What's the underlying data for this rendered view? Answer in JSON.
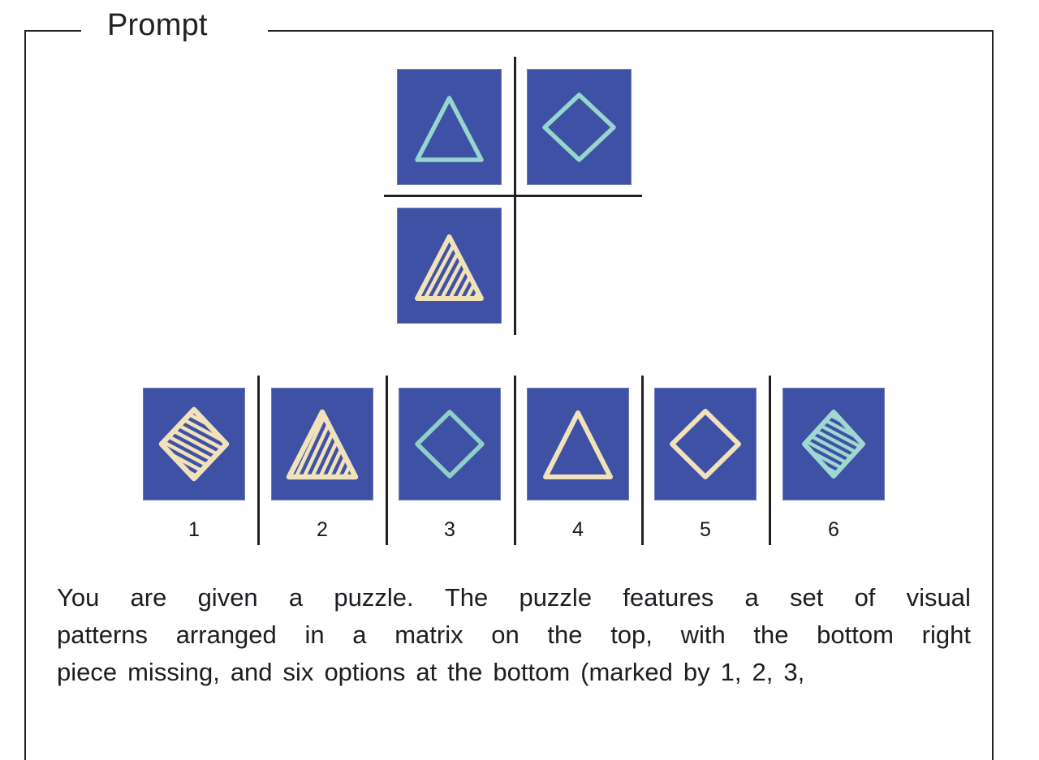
{
  "frame": {
    "legend": "Prompt",
    "border_color": "#231f24"
  },
  "palette": {
    "tile_blue": "#3e51a4",
    "teal": "#96d6cc",
    "cream": "#f1e2ba",
    "line_black": "#221f24",
    "page_background": "#ffffff"
  },
  "matrix": {
    "rows": 2,
    "cols": 2,
    "cells": [
      {
        "position": "row1-col1",
        "shape": "triangle",
        "fill_style": "outline",
        "color": "#96d6cc",
        "icon": "triangle-outline-teal-icon"
      },
      {
        "position": "row1-col2",
        "shape": "diamond",
        "fill_style": "outline",
        "color": "#96d6cc",
        "icon": "diamond-outline-teal-icon"
      },
      {
        "position": "row2-col1",
        "shape": "triangle",
        "fill_style": "striped",
        "color": "#f1e2ba",
        "icon": "triangle-striped-cream-icon"
      },
      {
        "position": "row2-col2",
        "shape": "none",
        "fill_style": "missing",
        "color": "",
        "icon": "missing-piece"
      }
    ]
  },
  "options": [
    {
      "number": "1",
      "shape": "diamond",
      "fill_style": "striped",
      "color": "#f1e2ba",
      "icon": "diamond-striped-cream-icon"
    },
    {
      "number": "2",
      "shape": "triangle",
      "fill_style": "striped",
      "color": "#f1e2ba",
      "icon": "triangle-striped-cream-icon"
    },
    {
      "number": "3",
      "shape": "diamond",
      "fill_style": "outline",
      "color": "#96d6cc",
      "icon": "diamond-outline-teal-icon"
    },
    {
      "number": "4",
      "shape": "triangle",
      "fill_style": "outline",
      "color": "#f1e2ba",
      "icon": "triangle-outline-cream-icon"
    },
    {
      "number": "5",
      "shape": "diamond",
      "fill_style": "outline",
      "color": "#f1e2ba",
      "icon": "diamond-outline-cream-icon"
    },
    {
      "number": "6",
      "shape": "diamond",
      "fill_style": "striped",
      "color": "#96d6cc",
      "icon": "diamond-striped-teal-icon"
    }
  ],
  "prompt_text": {
    "full": "You are given a puzzle. The puzzle features a set of visual patterns arranged in a matrix on the top, with the bottom right piece missing, and six options at the bottom (marked by 1, 2, 3,",
    "lines": [
      [
        "You",
        "are",
        "given",
        "a",
        "puzzle.",
        "The",
        "puzzle",
        "features",
        "a",
        "set",
        "of",
        "visual"
      ],
      [
        "patterns",
        "arranged",
        "in",
        "a",
        "matrix",
        "on",
        "the",
        "top,",
        "with",
        "the",
        "bottom",
        "right"
      ],
      [
        "piece",
        "missing,",
        "and",
        "six",
        "options",
        "at",
        "the",
        "bottom",
        "(marked",
        "by",
        "1,",
        "2,",
        "3,"
      ]
    ]
  }
}
